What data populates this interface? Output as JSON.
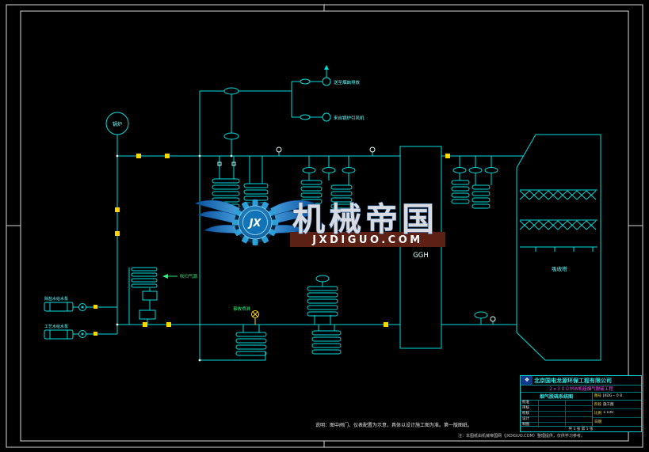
{
  "diagram": {
    "boiler_label": "锅炉",
    "stack_outlet_label": "送至烟囱排放",
    "fan_inlet_label": "来自锅炉引风机",
    "ggh_label": "GGH",
    "absorber_label": "吸收塔",
    "purge_air_label": "吹扫气源",
    "emergency_spray_label": "事故喷淋",
    "demin_water_label": "除盐水给水泵",
    "process_water_label": "工艺水给水泵",
    "note": "说明：图中阀门、仪表配置为示意，具体以设计施工图为准。第一版图纸。"
  },
  "watermark": {
    "brand": "机械帝国",
    "domain": "JXDIGUO.COM",
    "monogram": "JX"
  },
  "titleblock": {
    "company": "北京国电龙源环保工程有限公司",
    "project": "２×３００ＭＷ机组烟气脱硫工程",
    "drawing_title": "烟气脱硫系统图",
    "drawing_no_label": "图号",
    "drawing_no": "JXDG－０８",
    "sign_rows": [
      {
        "label": "批准"
      },
      {
        "label": "审核"
      },
      {
        "label": "校核"
      },
      {
        "label": "设计"
      },
      {
        "label": "制图"
      }
    ],
    "stage_label": "阶段",
    "stage": "施工图",
    "scale_label": "比例",
    "scale": "1:100",
    "date_label": "日期",
    "date": "",
    "sheet": "共 1 张  第 1 张",
    "footer_note": "注：本图纸由机械帝国网（JXDIGUO.COM）整理提供，仅供学习参考。"
  }
}
